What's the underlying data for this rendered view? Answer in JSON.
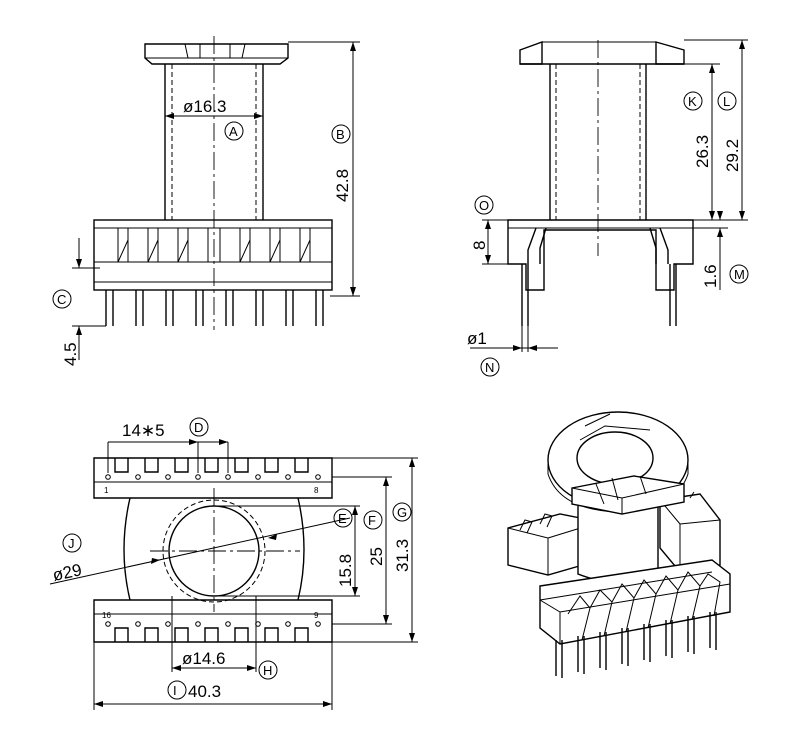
{
  "dimensions": {
    "bore_dia_front": "ø16.3",
    "height_total": "42.8",
    "pin_standoff": "4.5",
    "height_K": "26.3",
    "height_L": "29.2",
    "base_thickness": "8",
    "flange_thickness": "1.6",
    "pin_dia": "ø1",
    "pin_pitch": "14∗5",
    "flange_dia": "ø29",
    "window_E": "15.8",
    "width_F": "25",
    "depth_G": "31.3",
    "bore_dia_top": "ø14.6",
    "width_total": "40.3"
  },
  "markers": {
    "A": "A",
    "B": "B",
    "C": "C",
    "D": "D",
    "E": "E",
    "F": "F",
    "G": "G",
    "H": "H",
    "I": "I",
    "J": "J",
    "K": "K",
    "L": "L",
    "M": "M",
    "N": "N",
    "O": "O"
  },
  "pin_numbers": {
    "top_left": "1",
    "top_right": "8",
    "bottom_left": "16",
    "bottom_right": "9"
  }
}
